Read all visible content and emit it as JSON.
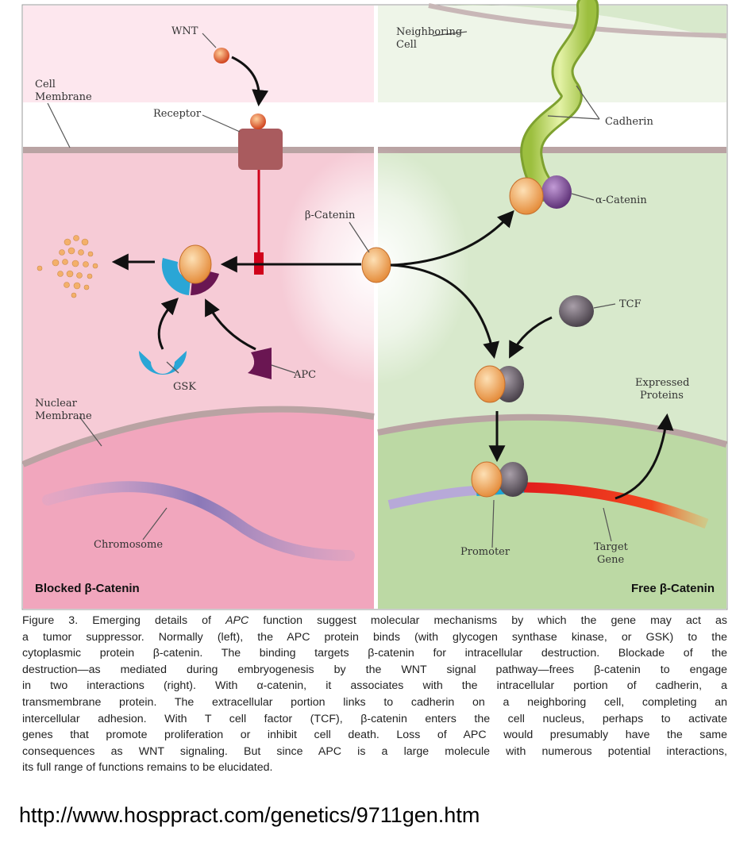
{
  "panels": {
    "left_title_prefix": "Blocked ",
    "left_title_symbol": "β",
    "left_title_suffix": "-Catenin",
    "right_title_prefix": "Free ",
    "right_title_symbol": "β",
    "right_title_suffix": "-Catenin"
  },
  "labels": {
    "wnt": "WNT",
    "cell_membrane_1": "Cell",
    "cell_membrane_2": "Membrane",
    "receptor": "Receptor",
    "beta_catenin": "β-Catenin",
    "gsk": "GSK",
    "apc": "APC",
    "nuclear_membrane_1": "Nuclear",
    "nuclear_membrane_2": "Membrane",
    "chromosome": "Chromosome",
    "neighboring_cell_1": "Neighboring",
    "neighboring_cell_2": "Cell",
    "cadherin": "Cadherin",
    "alpha_catenin": "α-Catenin",
    "tcf": "TCF",
    "expressed_proteins_1": "Expressed",
    "expressed_proteins_2": "Proteins",
    "promoter": "Promoter",
    "target_gene_1": "Target",
    "target_gene_2": "Gene"
  },
  "caption": {
    "prefix": "Figure 3. Emerging details of ",
    "gene": "APC",
    "lines_first_rest": " function suggest molecular mechanisms by which the gene may act as",
    "lines": [
      "a tumor suppressor. Normally (left), the APC protein binds (with glycogen synthase kinase, or GSK) to the",
      "cytoplasmic protein β-catenin. The binding targets β-catenin for intracellular destruction. Blockade of the",
      "destruction—as mediated during embryogenesis by the WNT signal pathway—frees β-catenin to engage",
      "in two interactions (right). With α-catenin, it associates with the intracellular portion of cadherin, a",
      "transmembrane protein. The extracellular portion links to cadherin on a neighboring cell, completing an",
      "intercellular adhesion. With T cell factor (TCF), β-catenin enters the cell nucleus, perhaps to activate",
      "genes that promote proliferation or inhibit cell death. Loss of APC would presumably have the same",
      "consequences as WNT signaling. But since APC is a large molecule with numerous potential interactions,",
      "its full range of functions remains to be elucidated."
    ]
  },
  "source_url": "http://www.hosppract.com/genetics/9711gen.htm",
  "colors": {
    "left_cytoplasm": "#f6cbd6",
    "left_nucleus": "#f1a6bd",
    "right_cytoplasm": "#d8e9cc",
    "right_nucleus": "#bcd9a4",
    "membrane": "#b9a3a3",
    "beta_catenin": "#f4b06a",
    "tcf": "#6f6670",
    "alpha_catenin": "#8e5fa6",
    "gsk": "#2aa6d6",
    "apc": "#6a1652",
    "cadherin": "#c8e07a"
  }
}
